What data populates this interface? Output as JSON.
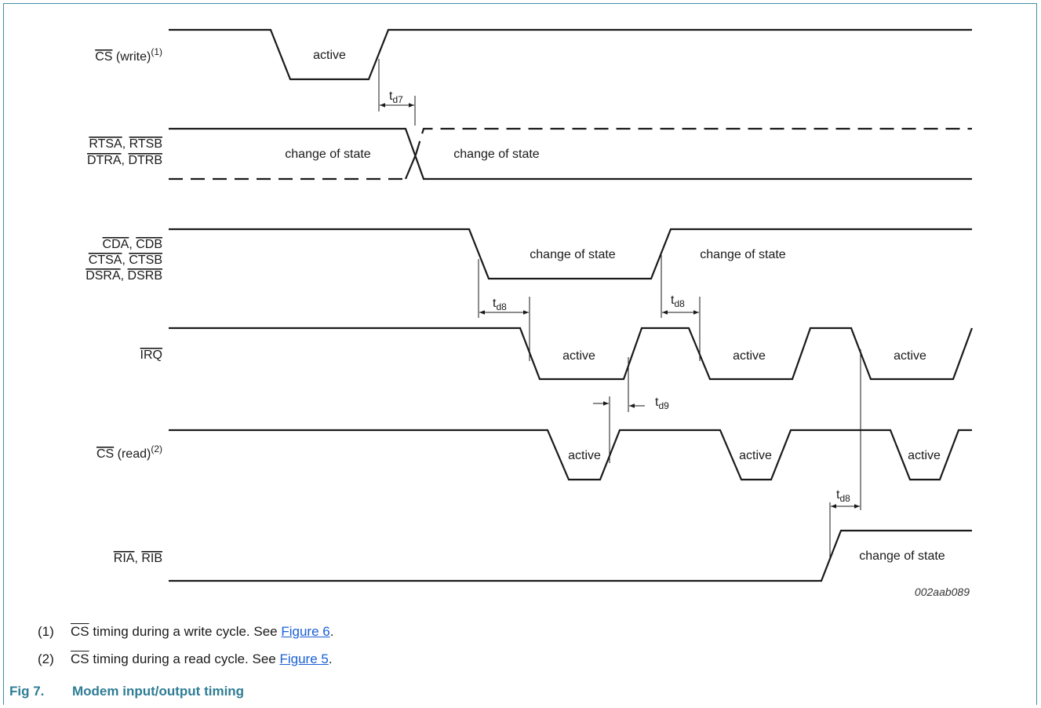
{
  "signals": {
    "cs_write": {
      "name": "CS",
      "rest": " (write)",
      "sup": "(1)"
    },
    "rts": {
      "line1a": "RTSA",
      "sep1": ", ",
      "line1b": "RTSB",
      "line2a": "DTRA",
      "sep2": ", ",
      "line2b": "DTRB"
    },
    "cd": {
      "line1a": "CDA",
      "sep1": ", ",
      "line1b": "CDB",
      "line2a": "CTSA",
      "sep2": ", ",
      "line2b": "CTSB",
      "line3a": "DSRA",
      "sep3": ", ",
      "line3b": "DSRB"
    },
    "irq": {
      "name": "IRQ"
    },
    "cs_read": {
      "name": "CS",
      "rest": " (read)",
      "sup": "(2)"
    },
    "ri": {
      "a": "RIA",
      "sep": ", ",
      "b": "RIB"
    }
  },
  "states": {
    "active": "active",
    "change_of_state": "change of state"
  },
  "timing": {
    "t": "t",
    "d7": "d7",
    "d8": "d8",
    "d9": "d9"
  },
  "figure_ref": "002aab089",
  "notes": [
    {
      "num": "(1)",
      "name": "CS",
      "text": " timing during a write cycle. See ",
      "link": "Figure 6",
      "end": "."
    },
    {
      "num": "(2)",
      "name": "CS",
      "text": " timing during a read cycle. See ",
      "link": "Figure 5",
      "end": "."
    }
  ],
  "caption": {
    "number": "Fig 7.",
    "title": "Modem input/output timing"
  },
  "colors": {
    "line": "#1a1a1a",
    "caption": "#2e7d95",
    "link": "#1a5fd6",
    "frame": "#3f8fa6"
  }
}
